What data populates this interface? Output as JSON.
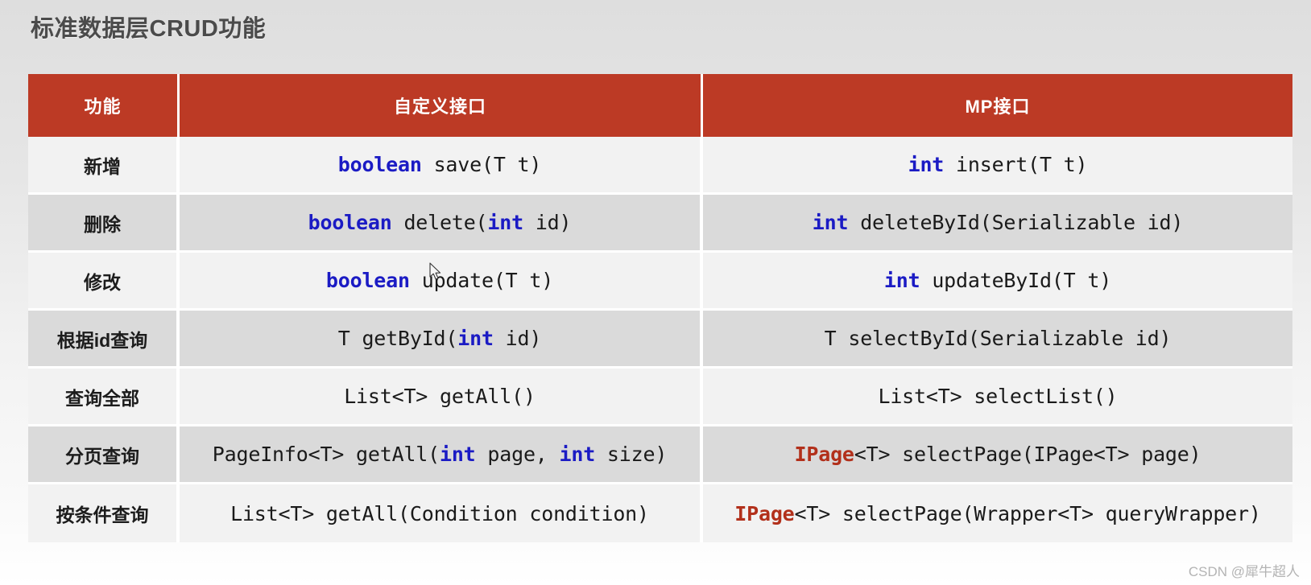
{
  "slide": {
    "title": "标准数据层CRUD功能",
    "watermark": "CSDN @犀牛超人"
  },
  "colors": {
    "header_red": "#bc3a25",
    "keyword_blue": "#1b1bc4",
    "type_red": "#b2301b",
    "row_odd": "#f2f2f2",
    "row_even": "#dadada",
    "title_gray": "#4b4b4b"
  },
  "table": {
    "headers": [
      "功能",
      "自定义接口",
      "MP接口"
    ],
    "rows": [
      {
        "feature": "新增",
        "custom": {
          "parts": [
            {
              "t": "boolean",
              "c": "kw"
            },
            {
              "t": " save(T t)",
              "c": ""
            }
          ]
        },
        "mp": {
          "parts": [
            {
              "t": "int",
              "c": "kw"
            },
            {
              "t": " insert(T t)",
              "c": ""
            }
          ]
        }
      },
      {
        "feature": "删除",
        "custom": {
          "parts": [
            {
              "t": "boolean",
              "c": "kw"
            },
            {
              "t": " delete(",
              "c": ""
            },
            {
              "t": "int",
              "c": "kw"
            },
            {
              "t": " id)",
              "c": ""
            }
          ]
        },
        "mp": {
          "parts": [
            {
              "t": "int",
              "c": "kw"
            },
            {
              "t": " deleteById(Serializable id)",
              "c": ""
            }
          ]
        }
      },
      {
        "feature": "修改",
        "custom": {
          "parts": [
            {
              "t": "boolean",
              "c": "kw"
            },
            {
              "t": " update(T t)",
              "c": ""
            }
          ]
        },
        "mp": {
          "parts": [
            {
              "t": "int",
              "c": "kw"
            },
            {
              "t": " updateById(T t)",
              "c": ""
            }
          ]
        }
      },
      {
        "feature": "根据id查询",
        "custom": {
          "parts": [
            {
              "t": "T getById(",
              "c": ""
            },
            {
              "t": "int",
              "c": "kw"
            },
            {
              "t": " id)",
              "c": ""
            }
          ]
        },
        "mp": {
          "parts": [
            {
              "t": "T selectById(Serializable id)",
              "c": ""
            }
          ]
        }
      },
      {
        "feature": "查询全部",
        "custom": {
          "parts": [
            {
              "t": "List<T> getAll()",
              "c": ""
            }
          ]
        },
        "mp": {
          "parts": [
            {
              "t": "List<T> selectList()",
              "c": ""
            }
          ]
        }
      },
      {
        "feature": "分页查询",
        "custom": {
          "parts": [
            {
              "t": "PageInfo<T> getAll(",
              "c": ""
            },
            {
              "t": "int",
              "c": "kw"
            },
            {
              "t": " page, ",
              "c": ""
            },
            {
              "t": "int",
              "c": "kw"
            },
            {
              "t": " size)",
              "c": ""
            }
          ]
        },
        "mp": {
          "parts": [
            {
              "t": "IPage",
              "c": "type-red"
            },
            {
              "t": "<T> selectPage(IPage<T> page)",
              "c": ""
            }
          ]
        }
      },
      {
        "feature": "按条件查询",
        "custom": {
          "parts": [
            {
              "t": "List<T> getAll(Condition condition)",
              "c": ""
            }
          ]
        },
        "mp": {
          "parts": [
            {
              "t": "IPage",
              "c": "type-red"
            },
            {
              "t": "<T> selectPage(Wrapper<T> queryWrapper)",
              "c": ""
            }
          ]
        }
      }
    ]
  }
}
